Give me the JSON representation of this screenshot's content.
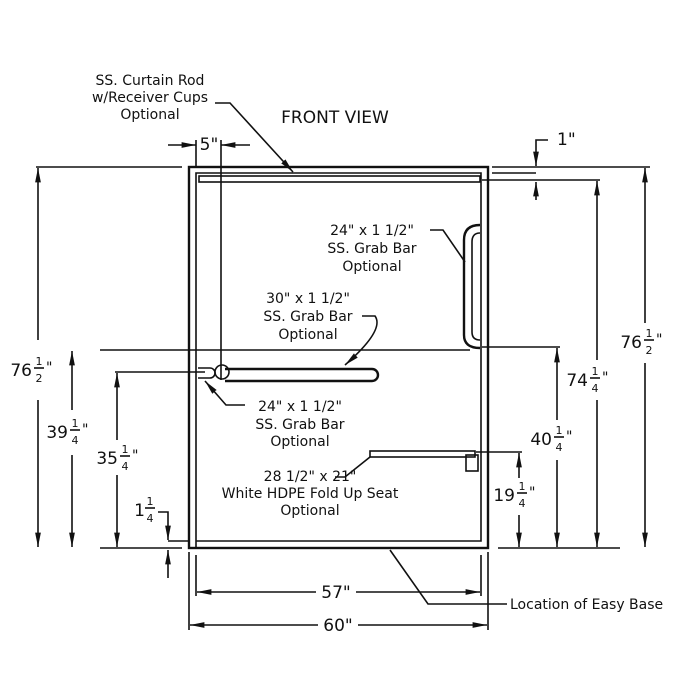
{
  "title": "FRONT VIEW",
  "callouts": {
    "curtain_rod": [
      "SS. Curtain Rod",
      "w/Receiver Cups",
      "Optional"
    ],
    "grab_bar_right": [
      "24\" x 1 1/2\"",
      "SS. Grab Bar",
      "Optional"
    ],
    "grab_bar_30": [
      "30\" x 1 1/2\"",
      "SS. Grab Bar",
      "Optional"
    ],
    "grab_bar_left": [
      "24\" x 1 1/2\"",
      "SS. Grab Bar",
      "Optional"
    ],
    "seat": [
      "28 1/2\" x 21\"",
      "White HDPE Fold Up Seat",
      "Optional"
    ],
    "easy_base": "Location of Easy Base"
  },
  "dims": {
    "left_height": {
      "whole": "76",
      "num": "1",
      "den": "2"
    },
    "left_39": {
      "whole": "39",
      "num": "1",
      "den": "4"
    },
    "left_35": {
      "whole": "35",
      "num": "1",
      "den": "4"
    },
    "left_1": {
      "whole": "1",
      "num": "1",
      "den": "4"
    },
    "offset_5": "5\"",
    "top_1": "1\"",
    "right_74": {
      "whole": "74",
      "num": "1",
      "den": "4"
    },
    "right_76": {
      "whole": "76",
      "num": "1",
      "den": "2"
    },
    "right_40": {
      "whole": "40",
      "num": "1",
      "den": "4"
    },
    "right_19": {
      "whole": "19",
      "num": "1",
      "den": "4"
    },
    "width_57": "57\"",
    "width_60": "60\""
  }
}
